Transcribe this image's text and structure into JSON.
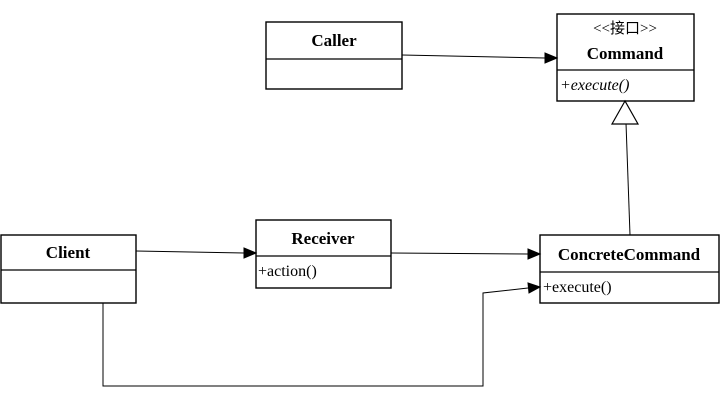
{
  "diagram": {
    "classes": {
      "caller": {
        "name": "Caller"
      },
      "command": {
        "stereotype": "<<接口>>",
        "name": "Command",
        "method": "+execute()"
      },
      "client": {
        "name": "Client"
      },
      "receiver": {
        "name": "Receiver",
        "method": "+action()"
      },
      "concrete_command": {
        "name": "ConcreteCommand",
        "method": "+execute()"
      }
    }
  }
}
